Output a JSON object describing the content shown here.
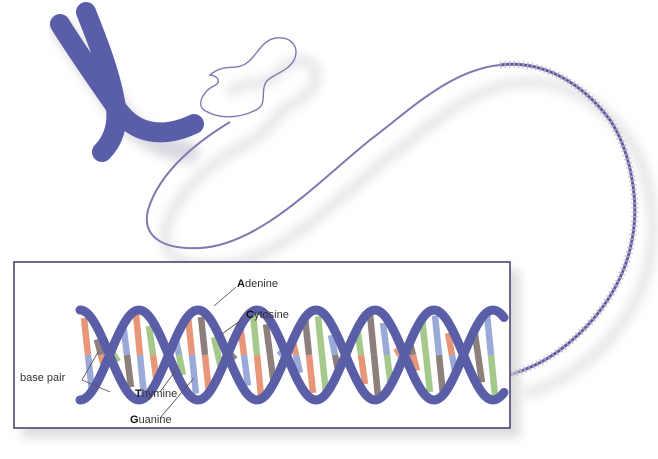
{
  "labels": {
    "adenine_first": "A",
    "adenine_rest": "denine",
    "cytosine_first": "C",
    "cytosine_rest": "ytosine",
    "thymine_first": "T",
    "thymine_rest": "hymine",
    "guanine_first": "G",
    "guanine_rest": "uanine",
    "base_pair": "base pair"
  },
  "colors": {
    "backbone": "#5a5ea6",
    "chromosome": "#5a5da8",
    "adenine": "#e8967a",
    "cytosine": "#9aa9d8",
    "thymine": "#a4c98a",
    "guanine": "#8d7f7c",
    "box_border": "#3a3a6a"
  },
  "icons": [
    "chromosome-icon",
    "loose-dna-strand",
    "dna-double-helix"
  ]
}
